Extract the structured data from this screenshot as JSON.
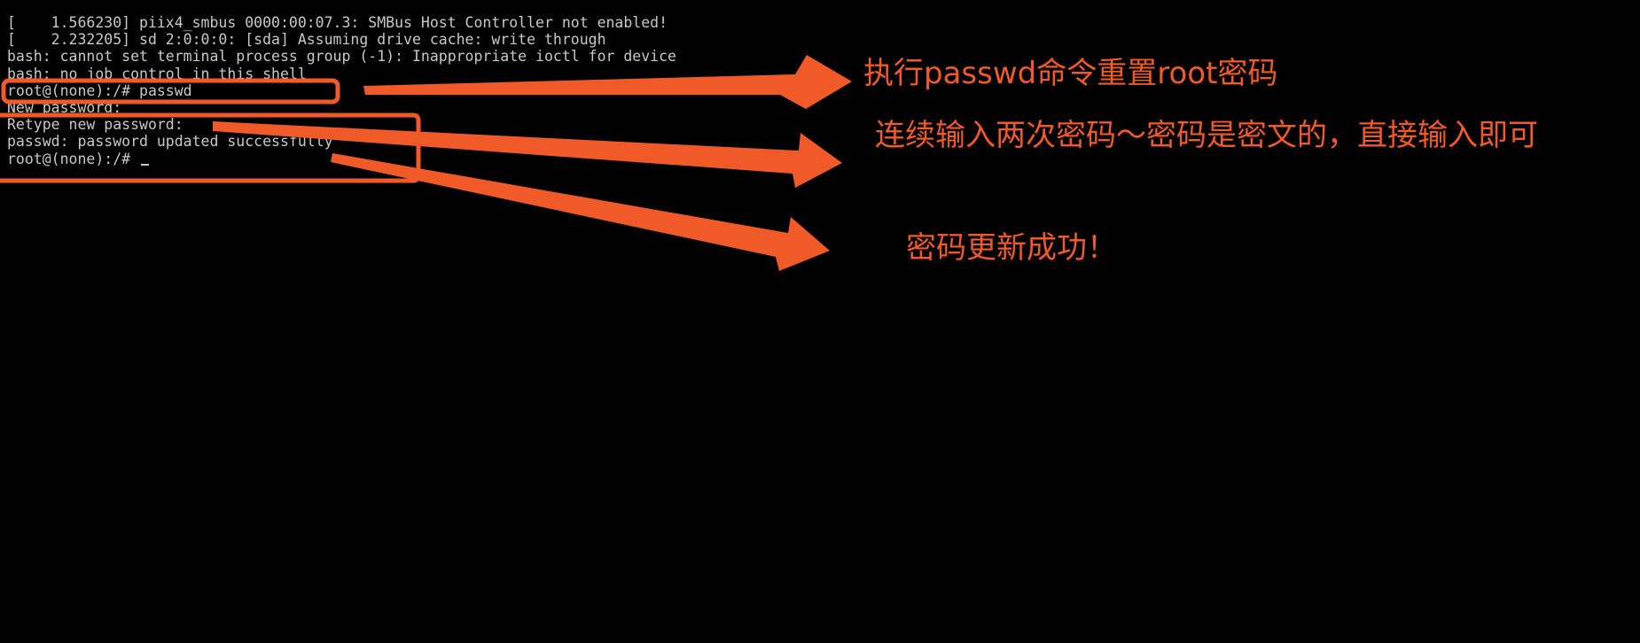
{
  "terminal": {
    "lines": [
      "[    1.566230] piix4_smbus 0000:00:07.3: SMBus Host Controller not enabled!",
      "[    2.232205] sd 2:0:0:0: [sda] Assuming drive cache: write through",
      "bash: cannot set terminal process group (-1): Inappropriate ioctl for device",
      "bash: no job control in this shell",
      "root@(none):/# passwd",
      "New password:",
      "Retype new password:",
      "passwd: password updated successfully",
      "root@(none):/# "
    ]
  },
  "annotations": {
    "note_1": "执行passwd命令重置root密码",
    "note_2": "连续输入两次密码～密码是密文的，直接输入即可",
    "note_3": "密码更新成功！"
  },
  "colors": {
    "background": "#000000",
    "terminal_text": "#c8c8c8",
    "annotation": "#f05a28"
  }
}
